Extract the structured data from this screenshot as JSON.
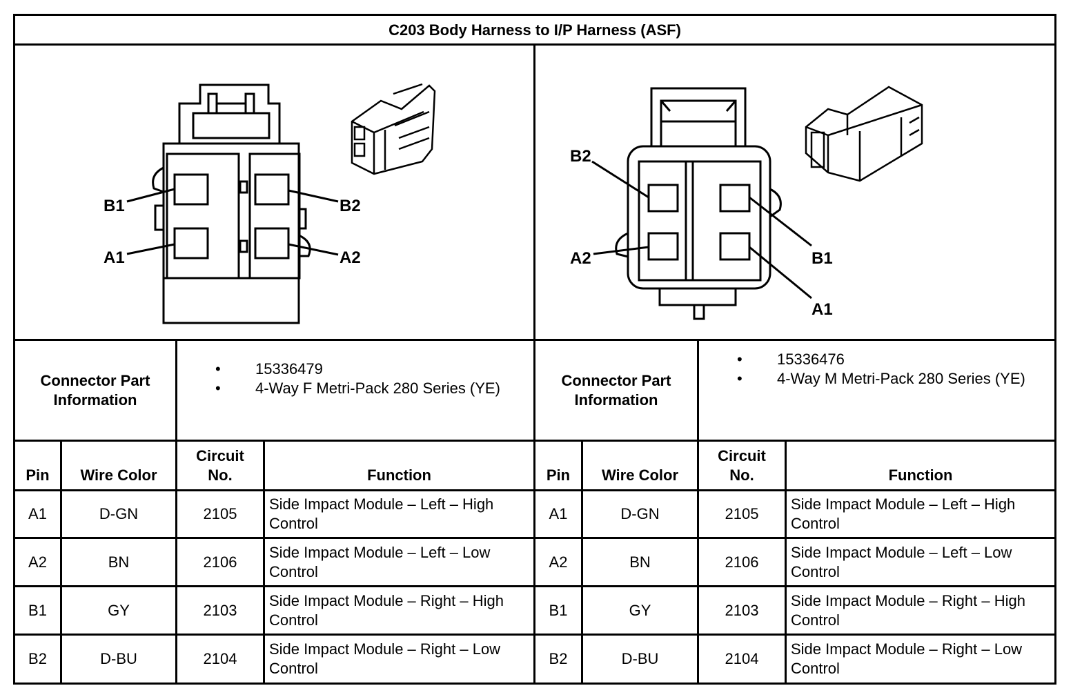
{
  "title": "C203 Body Harness to I/P Harness (ASF)",
  "left": {
    "diagram_labels": {
      "b1": "B1",
      "b2": "B2",
      "a1": "A1",
      "a2": "A2"
    },
    "connector_label": "Connector Part Information",
    "connector_info": [
      "15336479",
      "4-Way F Metri-Pack 280 Series (YE)"
    ],
    "headers": {
      "pin": "Pin",
      "wire_color": "Wire Color",
      "circuit": "Circuit No.",
      "function": "Function"
    },
    "rows": [
      {
        "pin": "A1",
        "wire_color": "D-GN",
        "circuit": "2105",
        "function": "Side Impact Module – Left – High Control"
      },
      {
        "pin": "A2",
        "wire_color": "BN",
        "circuit": "2106",
        "function": "Side Impact Module – Left – Low Control"
      },
      {
        "pin": "B1",
        "wire_color": "GY",
        "circuit": "2103",
        "function": "Side Impact Module – Right – High Control"
      },
      {
        "pin": "B2",
        "wire_color": "D-BU",
        "circuit": "2104",
        "function": "Side Impact Module – Right – Low Control"
      }
    ]
  },
  "right": {
    "diagram_labels": {
      "b1": "B1",
      "b2": "B2",
      "a1": "A1",
      "a2": "A2"
    },
    "connector_label": "Connector Part Information",
    "connector_info": [
      "15336476",
      "4-Way M Metri-Pack 280 Series (YE)"
    ],
    "headers": {
      "pin": "Pin",
      "wire_color": "Wire Color",
      "circuit": "Circuit No.",
      "function": "Function"
    },
    "rows": [
      {
        "pin": "A1",
        "wire_color": "D-GN",
        "circuit": "2105",
        "function": "Side Impact Module – Left – High Control"
      },
      {
        "pin": "A2",
        "wire_color": "BN",
        "circuit": "2106",
        "function": "Side Impact Module – Left – Low Control"
      },
      {
        "pin": "B1",
        "wire_color": "GY",
        "circuit": "2103",
        "function": "Side Impact Module – Right – High Control"
      },
      {
        "pin": "B2",
        "wire_color": "D-BU",
        "circuit": "2104",
        "function": "Side Impact Module – Right – Low Control"
      }
    ]
  }
}
